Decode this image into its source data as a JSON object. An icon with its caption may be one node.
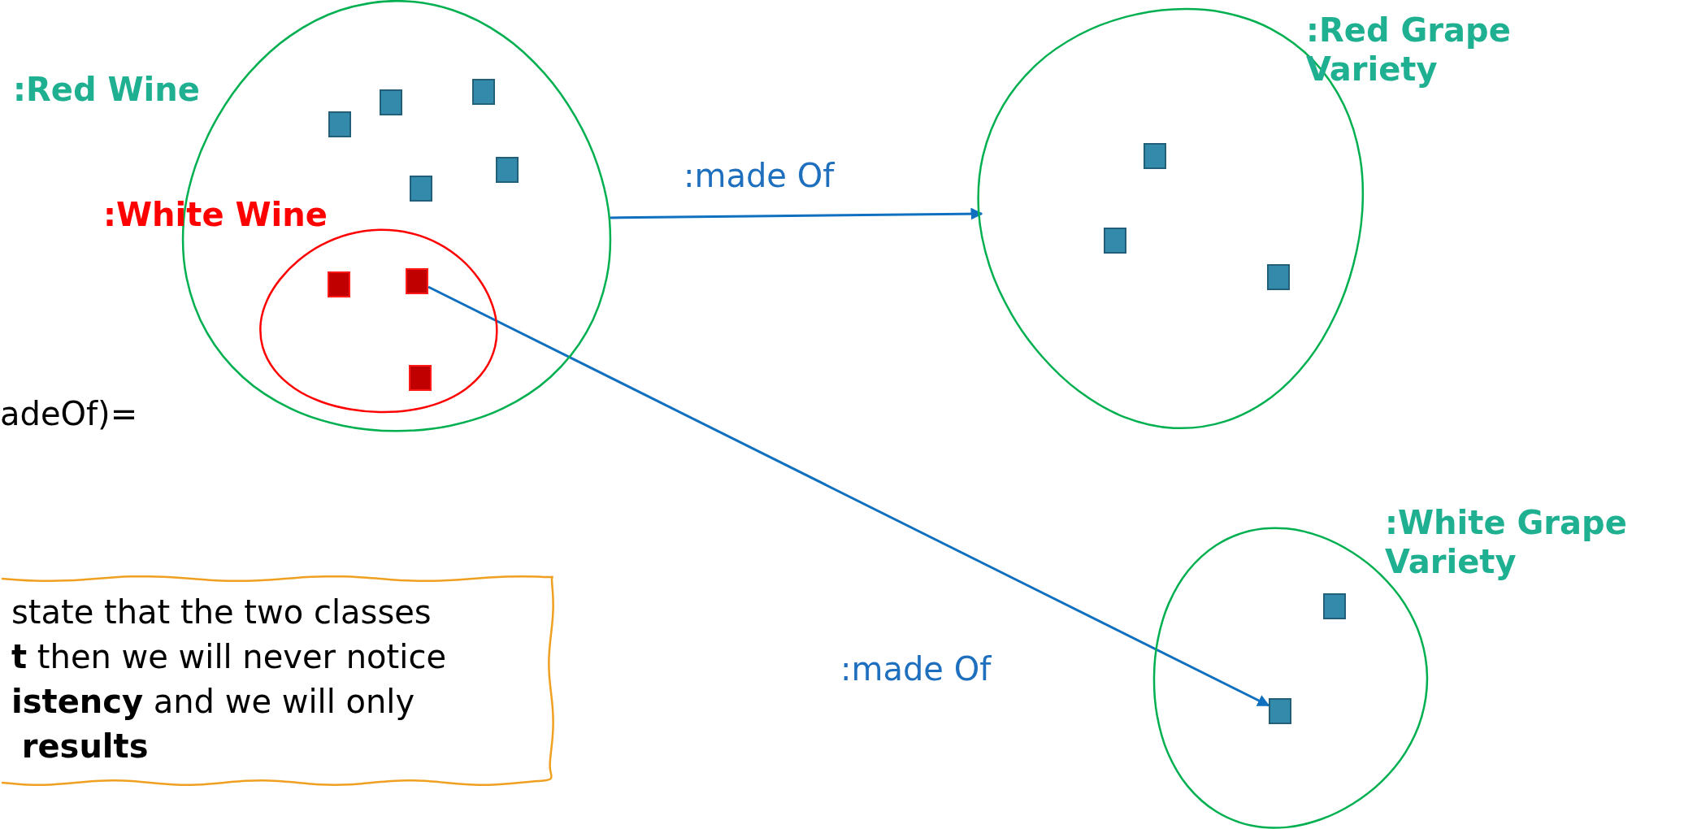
{
  "diagram": {
    "nodes": [
      {
        "text": [
          ":Red Wine"
        ]
      },
      {
        "text": [],
        "shape": "box",
        "in": 0
      },
      {
        "text": [],
        "shape": "box",
        "in": 0
      },
      {
        "text": [],
        "shape": "box",
        "in": 0
      },
      {
        "text": [],
        "shape": "box",
        "in": 0
      },
      {
        "text": [],
        "shape": "box",
        "in": 0
      },
      {
        "text": [
          ":White Wine"
        ],
        "in": 0
      },
      {
        "text": [],
        "shape": "box",
        "in": 6
      },
      {
        "text": [],
        "shape": "box",
        "in": 6
      },
      {
        "text": [],
        "shape": "box",
        "in": 6
      },
      {
        "text": [
          ":Red Grape Variety"
        ]
      },
      {
        "text": [],
        "shape": "box",
        "in": 10
      },
      {
        "text": [],
        "shape": "box",
        "in": 10
      },
      {
        "text": [],
        "shape": "box",
        "in": 10
      },
      {
        "text": [
          ":White Grape Variety"
        ]
      },
      {
        "text": [],
        "shape": "box",
        "in": 14
      },
      {
        "text": [],
        "shape": "box",
        "in": 14
      },
      {
        "text": [
          "state that the two classes",
          "**t** then we will never notice",
          "**istency** and we will only",
          " **results**"
        ]
      }
    ],
    "edges": [
      {
        "from": 0,
        "to": 10,
        "arrow": "to",
        "label": ":made Of"
      },
      {
        "from": 7,
        "to": 16,
        "arrow": "to",
        "label": ":made Of"
      }
    ],
    "labels": [
      "adeOf)="
    ]
  }
}
